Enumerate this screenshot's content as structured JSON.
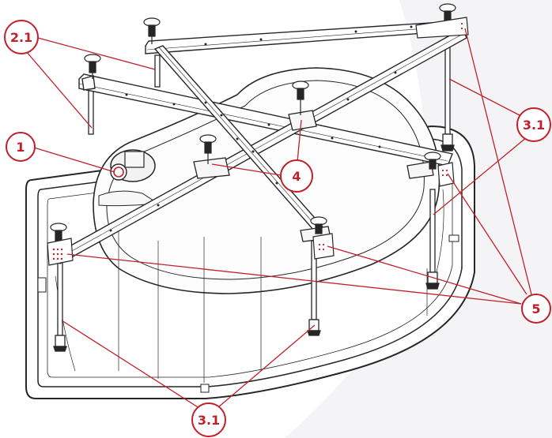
{
  "diagram": {
    "callouts": {
      "c1": "1",
      "c21": "2.1",
      "c31_right": "3.1",
      "c31_bottom": "3.1",
      "c4": "4",
      "c5": "5"
    },
    "colors": {
      "callout": "#c0202a",
      "line": "#262626",
      "background_swoosh": "#f4f4f6"
    }
  }
}
